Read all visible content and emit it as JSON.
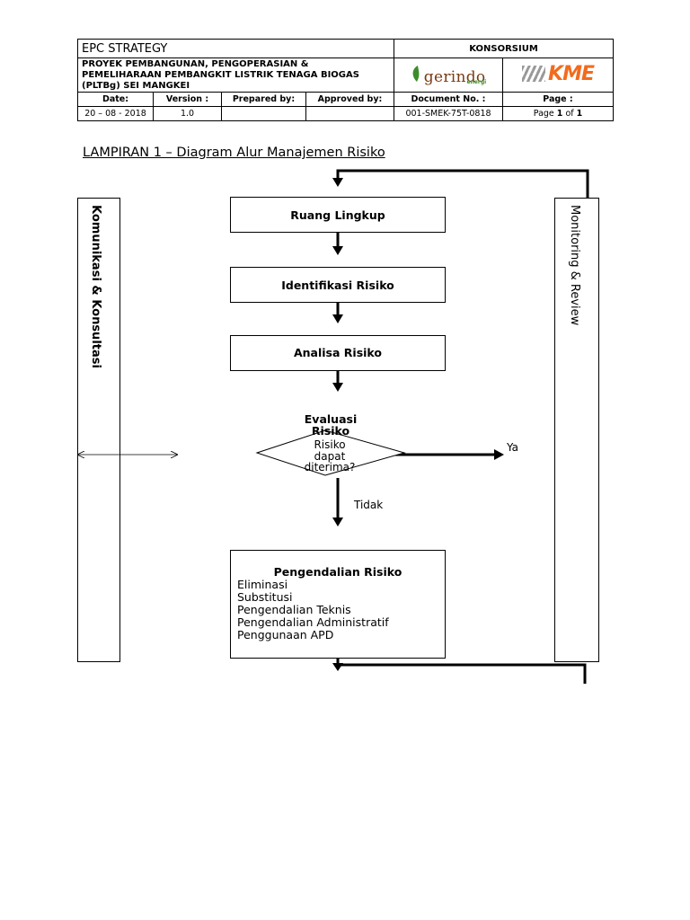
{
  "header": {
    "doc_title": "EPC STRATEGY",
    "konsorsium": "KONSORSIUM",
    "project": "PROYEK PEMBANGUNAN, PENGOPERASIAN & PEMELIHARAAN PEMBANGKIT LISTRIK TENAGA BIOGAS (PLTBg) SEI MANGKEI",
    "logos": {
      "gerindo": "gerindo",
      "gerindo_sub": "energi",
      "kme": "KME"
    },
    "labels": {
      "date": "Date:",
      "version": "Version :",
      "prepared_by": "Prepared by:",
      "approved_by": "Approved by:",
      "document_no": "Document No. :",
      "page": "Page :"
    },
    "values": {
      "date": "20 – 08 - 2018",
      "version": "1.0",
      "prepared_by": "",
      "approved_by": "",
      "document_no": "001-SMEK-75T-0818",
      "page_prefix": "Page ",
      "page_current": "1",
      "page_of": " of ",
      "page_total": "1"
    }
  },
  "section_title": "LAMPIRAN 1 – Diagram Alur Manajemen Risiko",
  "diagram": {
    "left_bar": "Komunikasi & Konsultasi",
    "right_bar": "Monitoring & Review",
    "steps": [
      "Ruang Lingkup",
      "Identifikasi Risiko",
      "Analisa Risiko"
    ],
    "decision_title": "Evaluasi Risiko",
    "decision_question": [
      "Risiko",
      "dapat",
      "diterima?"
    ],
    "yes_label": "Ya",
    "no_label": "Tidak",
    "control_title": "Pengendalian Risiko",
    "control_items": [
      "Eliminasi",
      "Substitusi",
      "Pengendalian Teknis",
      "Pengendalian Administratif",
      "Penggunaan APD"
    ]
  },
  "colors": {
    "gerindo_brown": "#7a3b12",
    "gerindo_green": "#3c8d2b",
    "kme_orange": "#f26b1d"
  }
}
